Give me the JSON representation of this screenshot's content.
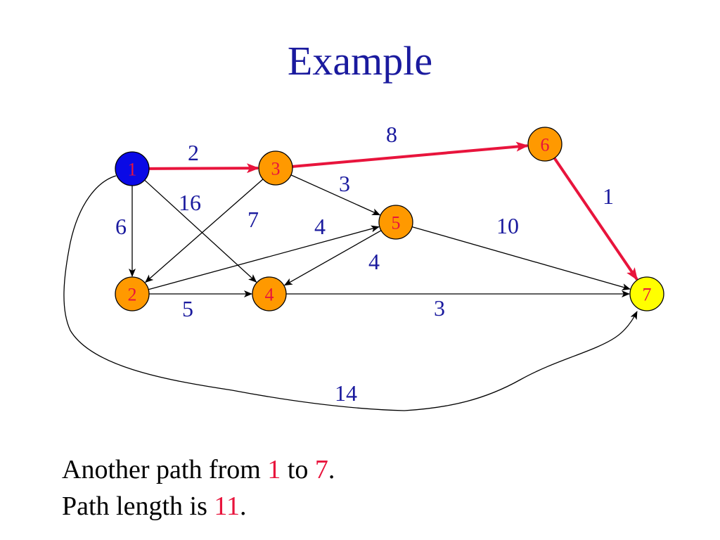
{
  "title": "Example",
  "colors": {
    "title_text": "#1a1a9e",
    "weight_text": "#1a1a9e",
    "node_label_text": "#e8143c",
    "highlight_edge": "#e8143c",
    "normal_edge": "#000000",
    "source_node_fill": "#0a0ae6",
    "intermediate_node_fill": "#ff9900",
    "target_node_fill": "#ffff00",
    "caption_highlight": "#e8143c"
  },
  "graph": {
    "nodes": [
      {
        "id": "1",
        "label": "1",
        "role": "source"
      },
      {
        "id": "2",
        "label": "2",
        "role": "intermediate"
      },
      {
        "id": "3",
        "label": "3",
        "role": "intermediate"
      },
      {
        "id": "4",
        "label": "4",
        "role": "intermediate"
      },
      {
        "id": "5",
        "label": "5",
        "role": "intermediate"
      },
      {
        "id": "6",
        "label": "6",
        "role": "intermediate"
      },
      {
        "id": "7",
        "label": "7",
        "role": "target"
      }
    ],
    "edges": [
      {
        "from": "1",
        "to": "3",
        "weight": "2",
        "highlighted": true
      },
      {
        "from": "3",
        "to": "6",
        "weight": "8",
        "highlighted": true
      },
      {
        "from": "6",
        "to": "7",
        "weight": "1",
        "highlighted": true
      },
      {
        "from": "1",
        "to": "2",
        "weight": "6",
        "highlighted": false
      },
      {
        "from": "1",
        "to": "4",
        "weight": "16",
        "highlighted": false
      },
      {
        "from": "3",
        "to": "2",
        "weight": "7",
        "highlighted": false
      },
      {
        "from": "3",
        "to": "5",
        "weight": "3",
        "highlighted": false
      },
      {
        "from": "2",
        "to": "5",
        "weight": "4",
        "highlighted": false
      },
      {
        "from": "5",
        "to": "4",
        "weight": "4",
        "highlighted": false
      },
      {
        "from": "2",
        "to": "4",
        "weight": "5",
        "highlighted": false
      },
      {
        "from": "4",
        "to": "7",
        "weight": "3",
        "highlighted": false
      },
      {
        "from": "5",
        "to": "7",
        "weight": "10",
        "highlighted": false
      },
      {
        "from": "1",
        "to": "7",
        "weight": "14",
        "highlighted": false
      }
    ]
  },
  "caption": {
    "line1": {
      "prefix": "Another path from ",
      "from": "1",
      "middle": " to ",
      "to": "7",
      "suffix": "."
    },
    "line2": {
      "prefix": "Path length is  ",
      "length": "11",
      "suffix": "."
    }
  }
}
